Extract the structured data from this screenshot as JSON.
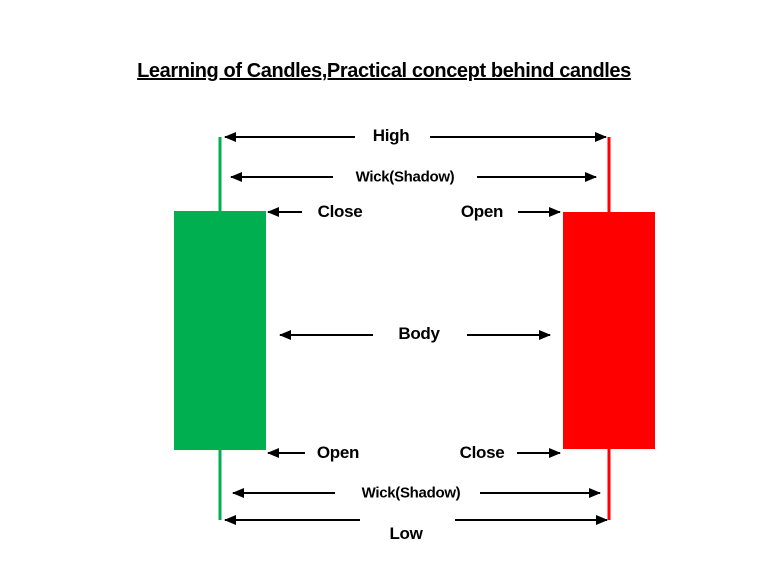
{
  "title": "Learning of Candles,Practical concept behind candles",
  "colors": {
    "candle_bullish": "#00B050",
    "candle_bearish": "#FF0000",
    "arrow": "#000000",
    "text": "#000000",
    "background": "#FFFFFF"
  },
  "labels": {
    "high": "High",
    "wick_shadow_top": "Wick(Shadow)",
    "close_top": "Close",
    "open_top": "Open",
    "body": "Body",
    "open_bottom": "Open",
    "close_bottom": "Close",
    "wick_shadow_bottom": "Wick(Shadow)",
    "low": "Low"
  },
  "candles": [
    {
      "id": "bullish",
      "side": "left",
      "body_color": "#00B050",
      "top_edge_label": "Close",
      "bottom_edge_label": "Open"
    },
    {
      "id": "bearish",
      "side": "right",
      "body_color": "#FF0000",
      "top_edge_label": "Open",
      "bottom_edge_label": "Close"
    }
  ]
}
